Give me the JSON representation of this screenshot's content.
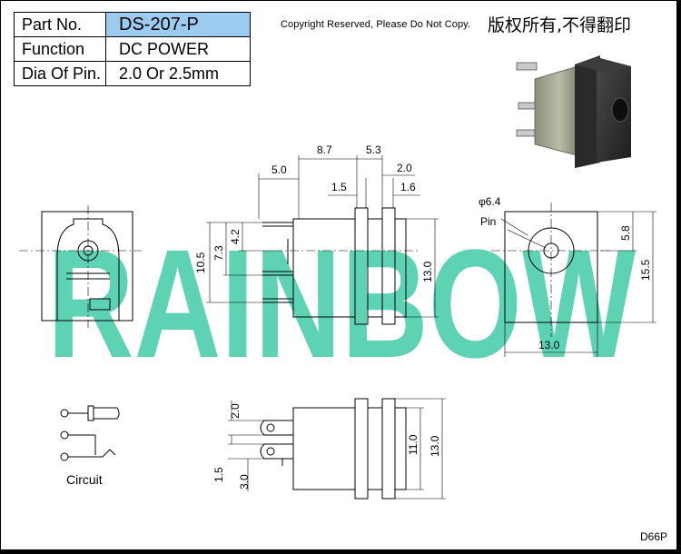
{
  "info_table": {
    "rows": [
      {
        "label": "Part No.",
        "value": "DS-207-P"
      },
      {
        "label": "Function",
        "value": "DC  POWER"
      },
      {
        "label": "Dia Of Pin.",
        "value": "2.0  Or  2.5mm"
      }
    ],
    "highlight_color": "#9ccbf0"
  },
  "copyright_en": "Copyright Reserved, Please Do Not Copy.",
  "copyright_cn": "版权所有,不得翻印",
  "watermark": "RAINBOW",
  "watermark_color": "#5ed3b4",
  "dimensions": {
    "d87": "8.7",
    "d53": "5.3",
    "d50": "5.0",
    "d20": "2.0",
    "d15": "1.5",
    "d16": "1.6",
    "d105": "10.5",
    "d73": "7.3",
    "d42": "4.2",
    "d130_side": "13.0",
    "phi64": "φ6.4",
    "pin": "Pin",
    "d58": "5.8",
    "d155": "15.5",
    "d130_front": "13.0",
    "b20": "2.0",
    "b15": "1.5",
    "b30": "3.0",
    "b110": "11.0",
    "b130": "13.0"
  },
  "circuit_label": "Circuit",
  "drawing_code": "D66P"
}
